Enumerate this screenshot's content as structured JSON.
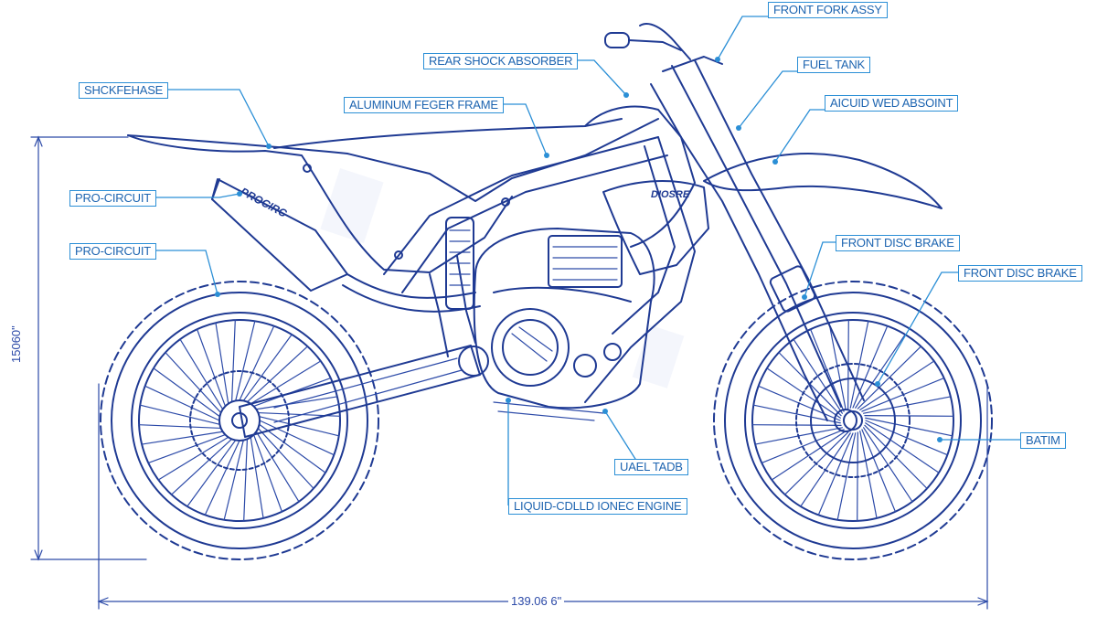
{
  "labels": {
    "front_fork": "FRONT FORK ASSY",
    "rear_shock": "REAR SHOCK ABSORBER",
    "fuel_tank": "FUEL TANK",
    "subframe": "SHCKFEHASE",
    "aluminum_frame": "ALUMINUM FEGER FRAME",
    "air_box": "AICUID WED ABSOINT",
    "exhaust_top": "PRO-CIRCUIT",
    "exhaust_bottom": "PRO-CIRCUIT",
    "front_disc_1": "FRONT DISC BRAKE",
    "front_disc_2": "FRONT DISC BRAKE",
    "battery": "BATIM",
    "uael_tadb": "UAEL TADB",
    "engine": "LIQUID-CDLLD IONEC ENGINE"
  },
  "tank_decal": "DIOSRE",
  "muffler_decal": "PROCIRC",
  "dimensions": {
    "height": "15060\"",
    "length": "139.06 6\""
  },
  "colors": {
    "ink": "#1f3a93",
    "leader": "#2b8fd6",
    "label_text": "#1d64b0"
  }
}
